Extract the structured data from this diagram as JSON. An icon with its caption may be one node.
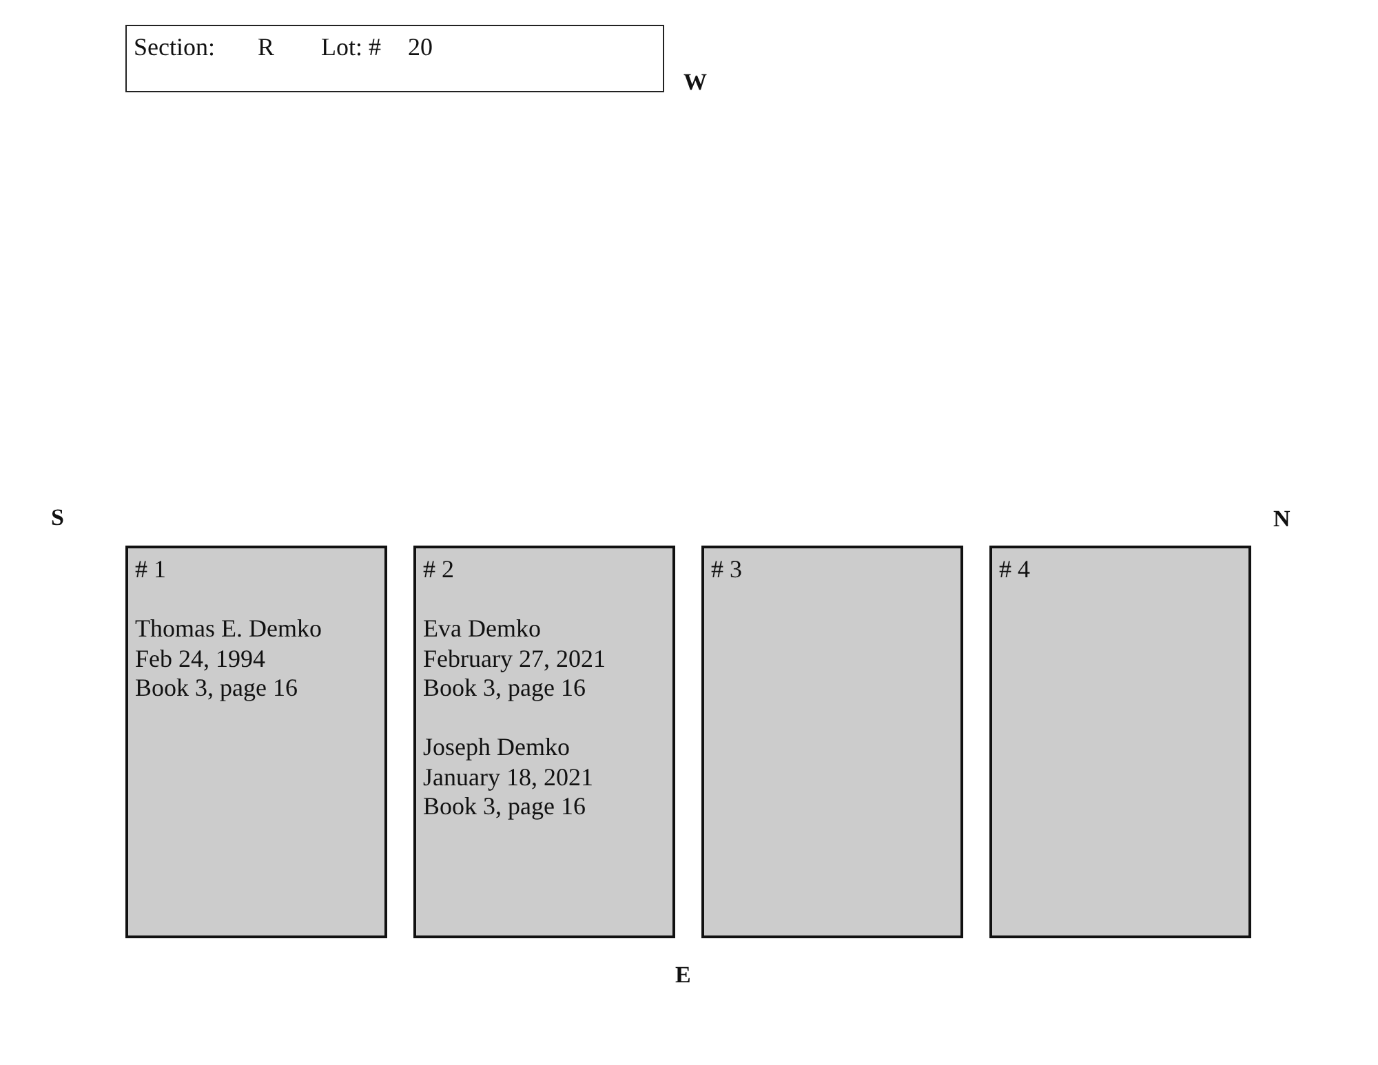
{
  "diagram": {
    "nodes": [
      {
        "text": [
          "Section:",
          "R",
          "Lot: #",
          "20"
        ]
      },
      {
        "text": [
          "# 1",
          "Thomas E. Demko",
          "Feb 24, 1994",
          "Book 3, page 16"
        ]
      },
      {
        "text": [
          "# 2",
          "Eva Demko",
          "February 27, 2021",
          "Book 3, page 16",
          "Joseph Demko",
          "January 18, 2021",
          "Book 3, page 16"
        ]
      },
      {
        "text": [
          "# 3"
        ]
      },
      {
        "text": [
          "# 4"
        ]
      }
    ],
    "labels": [
      "W",
      "S",
      "N",
      "E"
    ]
  }
}
